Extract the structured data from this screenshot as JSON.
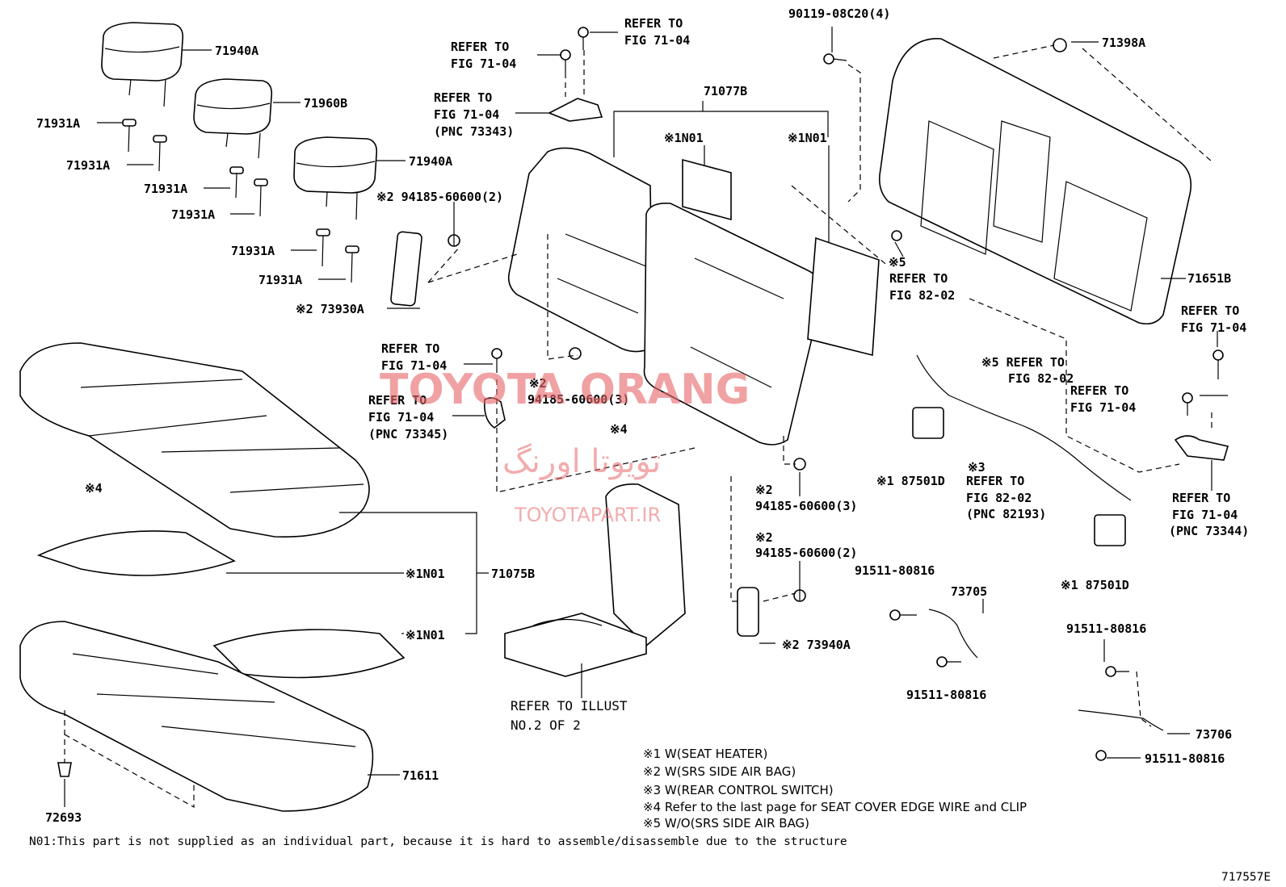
{
  "labels": {
    "p71940A_1": "71940A",
    "p71960B": "71960B",
    "p71940A_2": "71940A",
    "p71931A_1": "71931A",
    "p71931A_2": "71931A",
    "p71931A_3": "71931A",
    "p71931A_4": "71931A",
    "p71931A_5": "71931A",
    "p71931A_6": "71931A",
    "refer_a1": "REFER TO",
    "refer_a2": "FIG 71-04",
    "refer_b1": "REFER TO",
    "refer_b2": "FIG 71-04",
    "refer_c1": "REFER TO",
    "refer_c2": "FIG 71-04",
    "refer_c3": "(PNC 73343)",
    "p71077B": "71077B",
    "n01_a": "※1N01",
    "n01_b": "※1N01",
    "p90119": "90119-08C20(4)",
    "p71398A": "71398A",
    "p94185_a": "※2 94185-60600(2)",
    "p73930A": "※2 73930A",
    "refer_d1": "REFER TO",
    "refer_d2": "FIG 71-04",
    "refer_e1": "REFER TO",
    "refer_e2": "FIG 71-04",
    "refer_e3": "(PNC 73345)",
    "x2_b": "※2",
    "p94185_b": "94185-60600(3)",
    "x4_a": "※4",
    "x4_b": "※4",
    "x5_a": "※5",
    "refer_f1": "REFER TO",
    "refer_f2": "FIG 82-02",
    "p71651B": "71651B",
    "refer_g1": "REFER TO",
    "refer_g2": "FIG 71-04",
    "refer_h1": "※5 REFER TO",
    "refer_h2": "FIG 82-02",
    "refer_i1": "REFER TO",
    "refer_i2": "FIG 71-04",
    "x3": "※3",
    "refer_j1": "REFER TO",
    "refer_j2": "FIG 82-02",
    "refer_j3": "(PNC 82193)",
    "p87501D_a": "※1 87501D",
    "p87501D_b": "※1 87501D",
    "refer_k1": "REFER TO",
    "refer_k2": "FIG 71-04",
    "refer_k3": "(PNC 73344)",
    "x2_c": "※2",
    "p94185_c": "94185-60600(3)",
    "x2_d": "※2",
    "p94185_d": "94185-60600(2)",
    "n01_c": "※1N01",
    "p71075B": "71075B",
    "n01_d": "※1N01",
    "p91511_a": "91511-80816",
    "p73705": "73705",
    "p91511_b": "91511-80816",
    "p91511_c": "91511-80816",
    "p73706": "73706",
    "p91511_d": "91511-80816",
    "p73940A": "※2 73940A",
    "refer_illust1": "REFER TO ILLUST",
    "refer_illust2": "NO.2 OF 2",
    "p71611": "71611",
    "p72693": "72693"
  },
  "notes": [
    "※1 W(SEAT HEATER)",
    "※2 W(SRS SIDE AIR BAG)",
    "※3 W(REAR CONTROL SWITCH)",
    "※4 Refer to the last page for SEAT COVER EDGE WIRE and CLIP",
    "※5 W/O(SRS SIDE AIR BAG)"
  ],
  "footnote": "N01:This part is not supplied as an individual part, because it is hard to assemble/disassemble due to the structure",
  "figure_id": "717557E",
  "watermark": {
    "brand": "TOYOTA ORANG",
    "persian": "تویوتا اورنگ",
    "url": "TOYOTAPART.IR"
  }
}
